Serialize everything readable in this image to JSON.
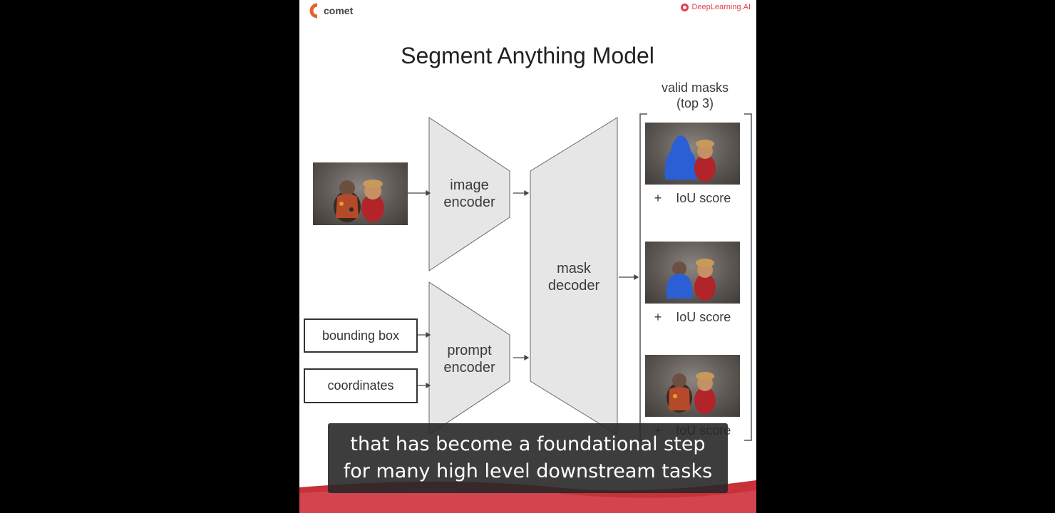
{
  "logos": {
    "left_brand": "comet",
    "right_brand": "DeepLearning.AI"
  },
  "diagram": {
    "title": "Segment Anything Model",
    "image_encoder_line1": "image",
    "image_encoder_line2": "encoder",
    "prompt_encoder_line1": "prompt",
    "prompt_encoder_line2": "encoder",
    "mask_decoder_line1": "mask",
    "mask_decoder_line2": "decoder",
    "prompt_inputs": [
      "bounding box",
      "coordinates"
    ],
    "output_header_line1": "valid masks",
    "output_header_line2": "(top 3)",
    "score_label": "+    IoU score",
    "colors": {
      "block_fill": "#e6e6e6",
      "mask_color": "#2a5fd6",
      "brand_red": "#c8303a"
    }
  },
  "caption": {
    "line1": "that has become a foundational step",
    "line2": "for many high level downstream tasks"
  }
}
